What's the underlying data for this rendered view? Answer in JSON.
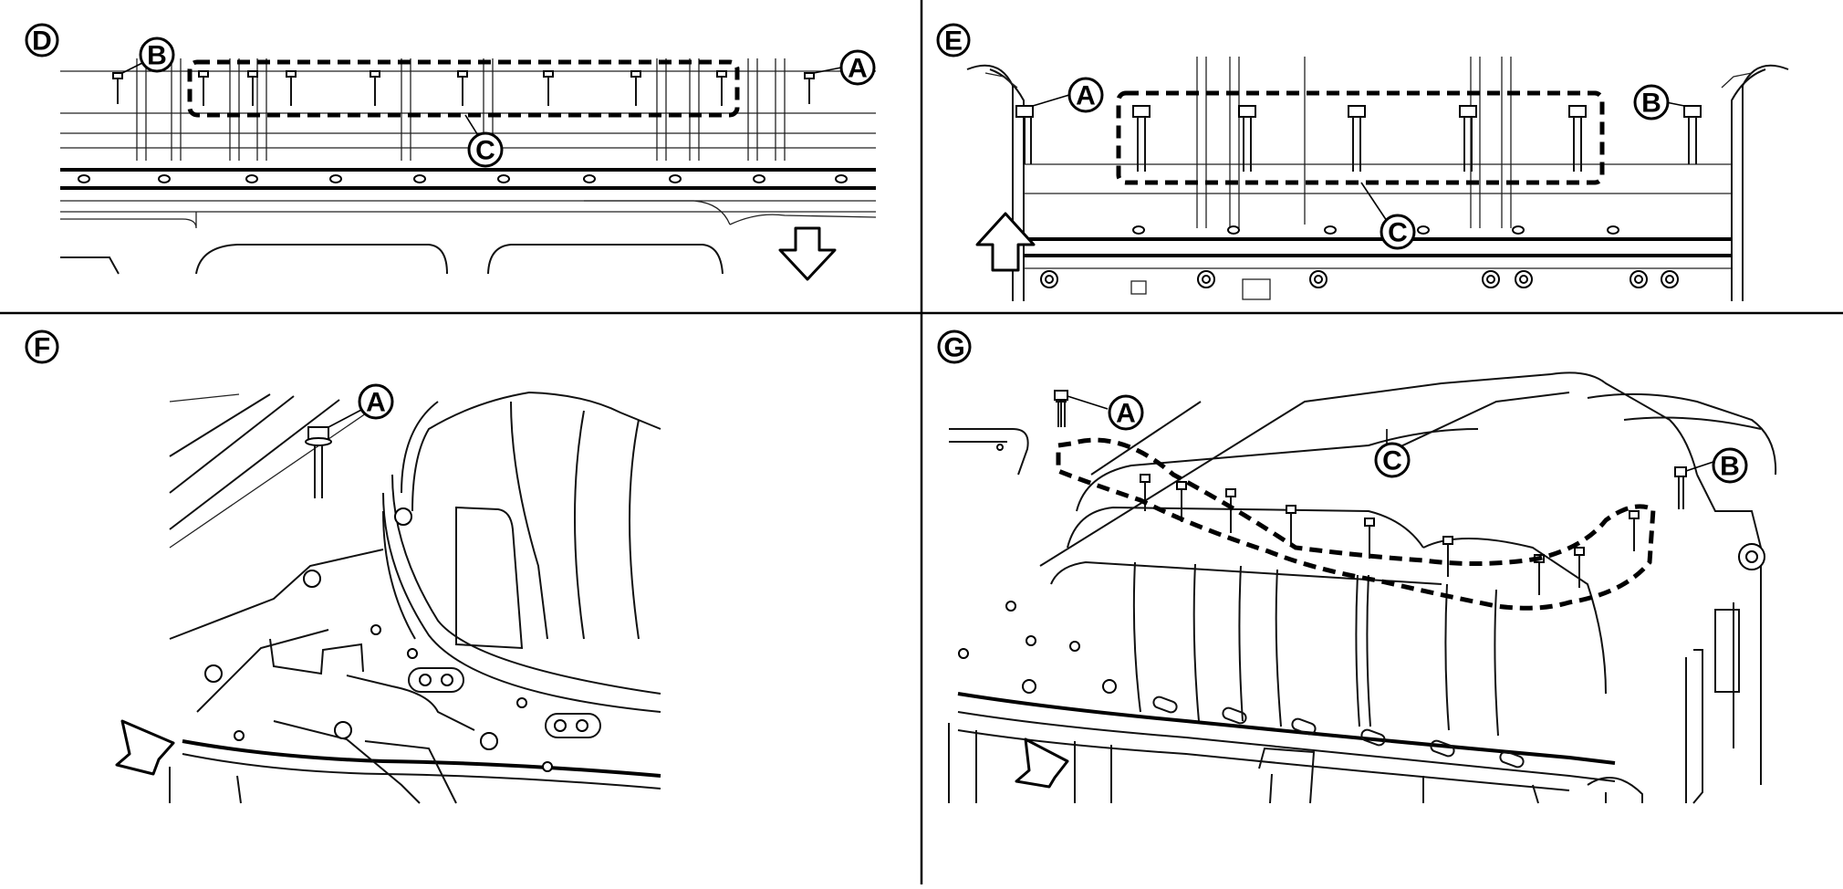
{
  "panels": [
    {
      "id": "D",
      "label": "D"
    },
    {
      "id": "E",
      "label": "E"
    },
    {
      "id": "F",
      "label": "F"
    },
    {
      "id": "G",
      "label": "G"
    }
  ],
  "callouts": {
    "A": "A",
    "B": "B",
    "C": "C"
  }
}
